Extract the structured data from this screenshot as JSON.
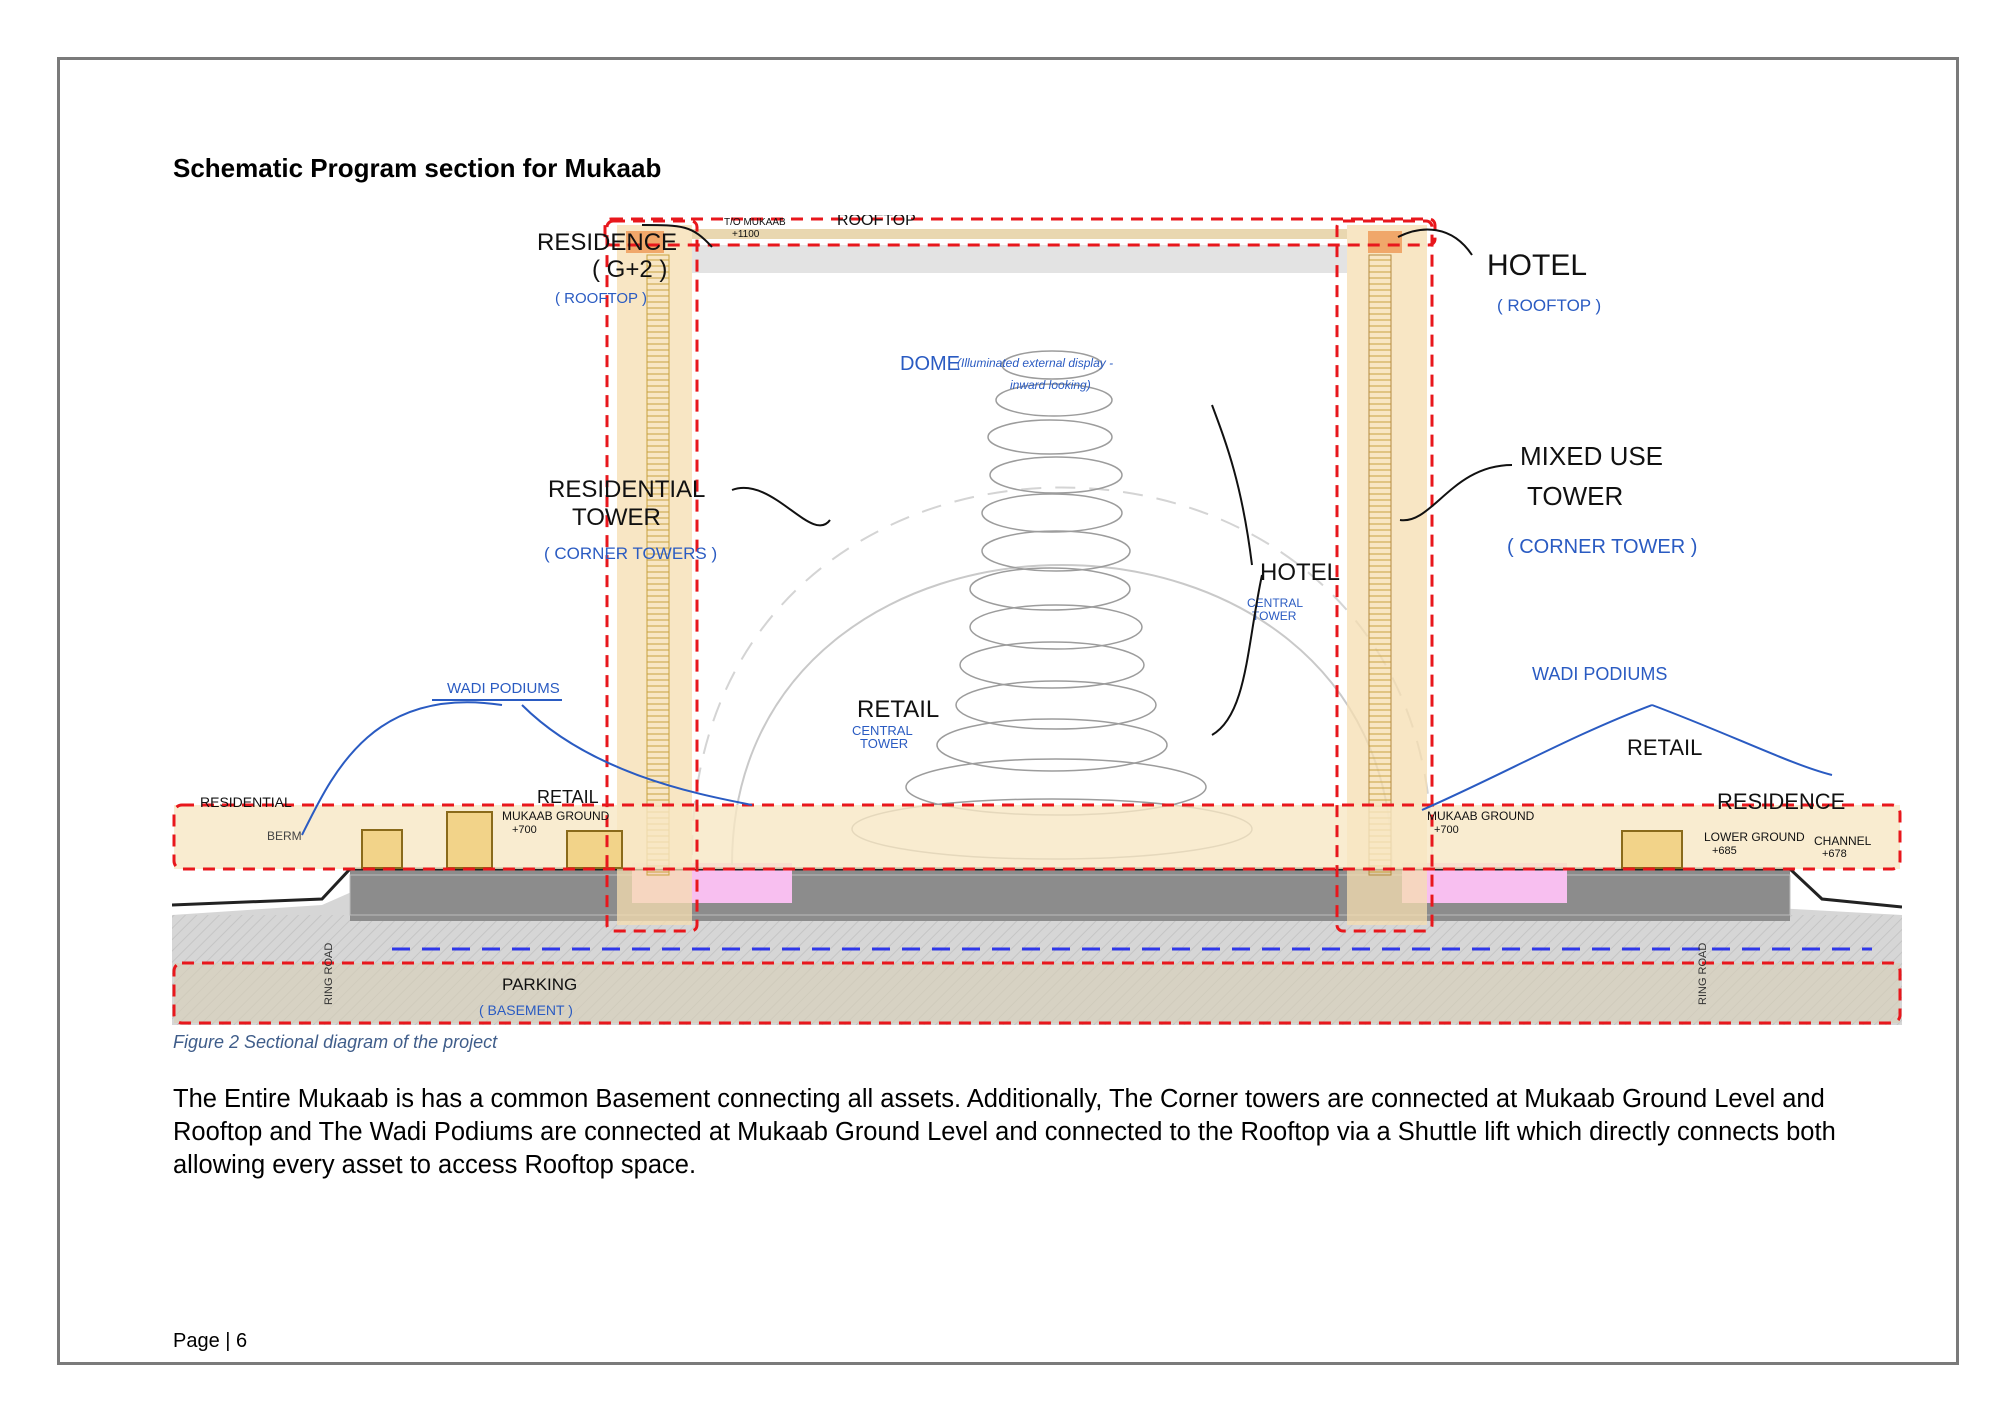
{
  "heading": "Schematic Program section for Mukaab",
  "figure": {
    "caption": "Figure 2 Sectional diagram of the project",
    "levels": {
      "top_of_mukaab": "T/O MUKAAB",
      "top_of_mukaab_value": "+1100",
      "mukaab_ground_left": "MUKAAB GROUND",
      "mukaab_ground_left_value": "+700",
      "mukaab_ground_right": "MUKAAB GROUND",
      "mukaab_ground_right_value": "+700",
      "lower_ground": "LOWER GROUND",
      "lower_ground_value": "+685",
      "channel": "CHANNEL",
      "channel_value": "+678"
    },
    "plan_labels": {
      "berm": "BERM",
      "ring_road_left": "RING ROAD",
      "ring_road_right": "RING ROAD"
    },
    "annotations": {
      "rooftop": "ROOFTOP",
      "residence": "RESIDENCE",
      "residence_floors": "( G+2 )",
      "residence_rooftop": "( ROOFTOP )",
      "hotel": "HOTEL",
      "hotel_rooftop": "( ROOFTOP )",
      "dome": "DOME",
      "dome_note": "(Illuminated external display -",
      "dome_note_2": "inward looking)",
      "residential_tower": "RESIDENTIAL",
      "residential_tower_2": "TOWER",
      "corner_towers": "( CORNER TOWERS )",
      "mixed_use_tower": "MIXED USE",
      "mixed_use_tower_2": "TOWER",
      "corner_tower": "( CORNER TOWER )",
      "hotel_central": "HOTEL",
      "central_tower": "CENTRAL",
      "central_tower_2": "TOWER",
      "retail_central": "RETAIL",
      "retail_central_sub": "CENTRAL",
      "retail_central_sub_2": "TOWER",
      "wadi_podiums_left": "WADI PODIUMS",
      "wadi_podiums_right": "WADI PODIUMS",
      "residential_left": "RESIDENTIAL",
      "retail_left": "RETAIL",
      "retail_right": "RETAIL",
      "residence_right": "RESIDENCE",
      "parking": "PARKING",
      "basement": "( BASEMENT )"
    },
    "colors": {
      "zone_outline": "#e8171c",
      "annotation_blue": "#2a5bc2",
      "podium_fill": "#f7e7c4",
      "retail_pink": "#f8bff0",
      "groundwater": "#2f37e8"
    }
  },
  "body": "The Entire Mukaab is has a common Basement connecting all assets. Additionally, The Corner towers are connected at Mukaab Ground Level and Rooftop and The Wadi Podiums are connected at Mukaab Ground Level and connected to the Rooftop via a Shuttle lift which directly connects both allowing every asset to access Rooftop space.",
  "footer": {
    "page_label": "Page",
    "separator": "|",
    "page_number": "6"
  }
}
